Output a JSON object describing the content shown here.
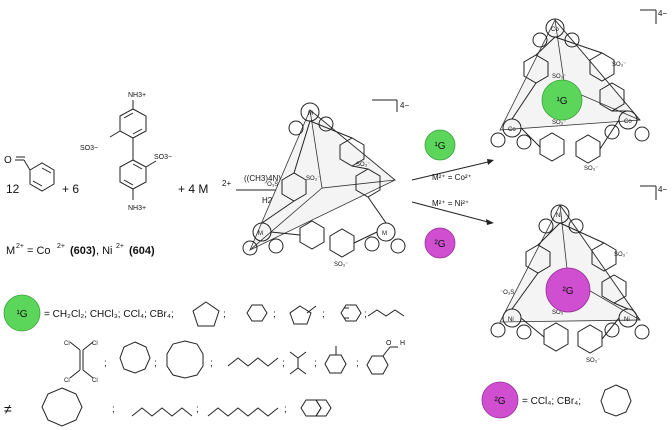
{
  "colors": {
    "guest1": "#5bd65b",
    "guest2": "#d04fd0",
    "ink": "#111111"
  },
  "reaction": {
    "coef_aldehyde": "12",
    "plus1": "+ 6",
    "plus2": "+ 4 M",
    "metal_charge": "2+",
    "amine_top": "NH3+",
    "sulfonate1": "SO3−",
    "sulfonate2": "SO3−",
    "amine_bottom": "NH3+",
    "reagent": "((CH3)4N)OH",
    "solvent": "H2O",
    "metal_eq_prefix": "M",
    "metal_eq_charge": "2+",
    "metal_eq_eq": " = Co",
    "metal_eq_co_charge": "2+",
    "metal_eq_co_id": "(603)",
    "metal_eq_ni": ", Ni",
    "metal_eq_ni_charge": "2+",
    "metal_eq_ni_id": "(604)"
  },
  "cage_center": {
    "charge": "4−"
  },
  "cage_top": {
    "charge": "4−",
    "metal_label": "Co",
    "guest_label": "¹G"
  },
  "cage_bottom": {
    "charge": "4−",
    "metal_label": "Ni",
    "guest_label": "²G"
  },
  "branch_top": {
    "guest": "¹G",
    "condition": "M²⁺ = Co²⁺"
  },
  "branch_bottom": {
    "guest": "²G",
    "condition": "M²⁺ = Ni²⁺"
  },
  "guests1": {
    "label": "¹G",
    "list": "= CH₂Cl₂; CHCl₃; CCl₄; CBr₄;",
    "sep": ";",
    "tce_cl": "Cl",
    "aldehyde_o": "O",
    "aldehyde_h": "H",
    "not_symbol": "≠"
  },
  "guests2": {
    "label": "²G",
    "list": "= CCl₄; CBr₄;"
  }
}
